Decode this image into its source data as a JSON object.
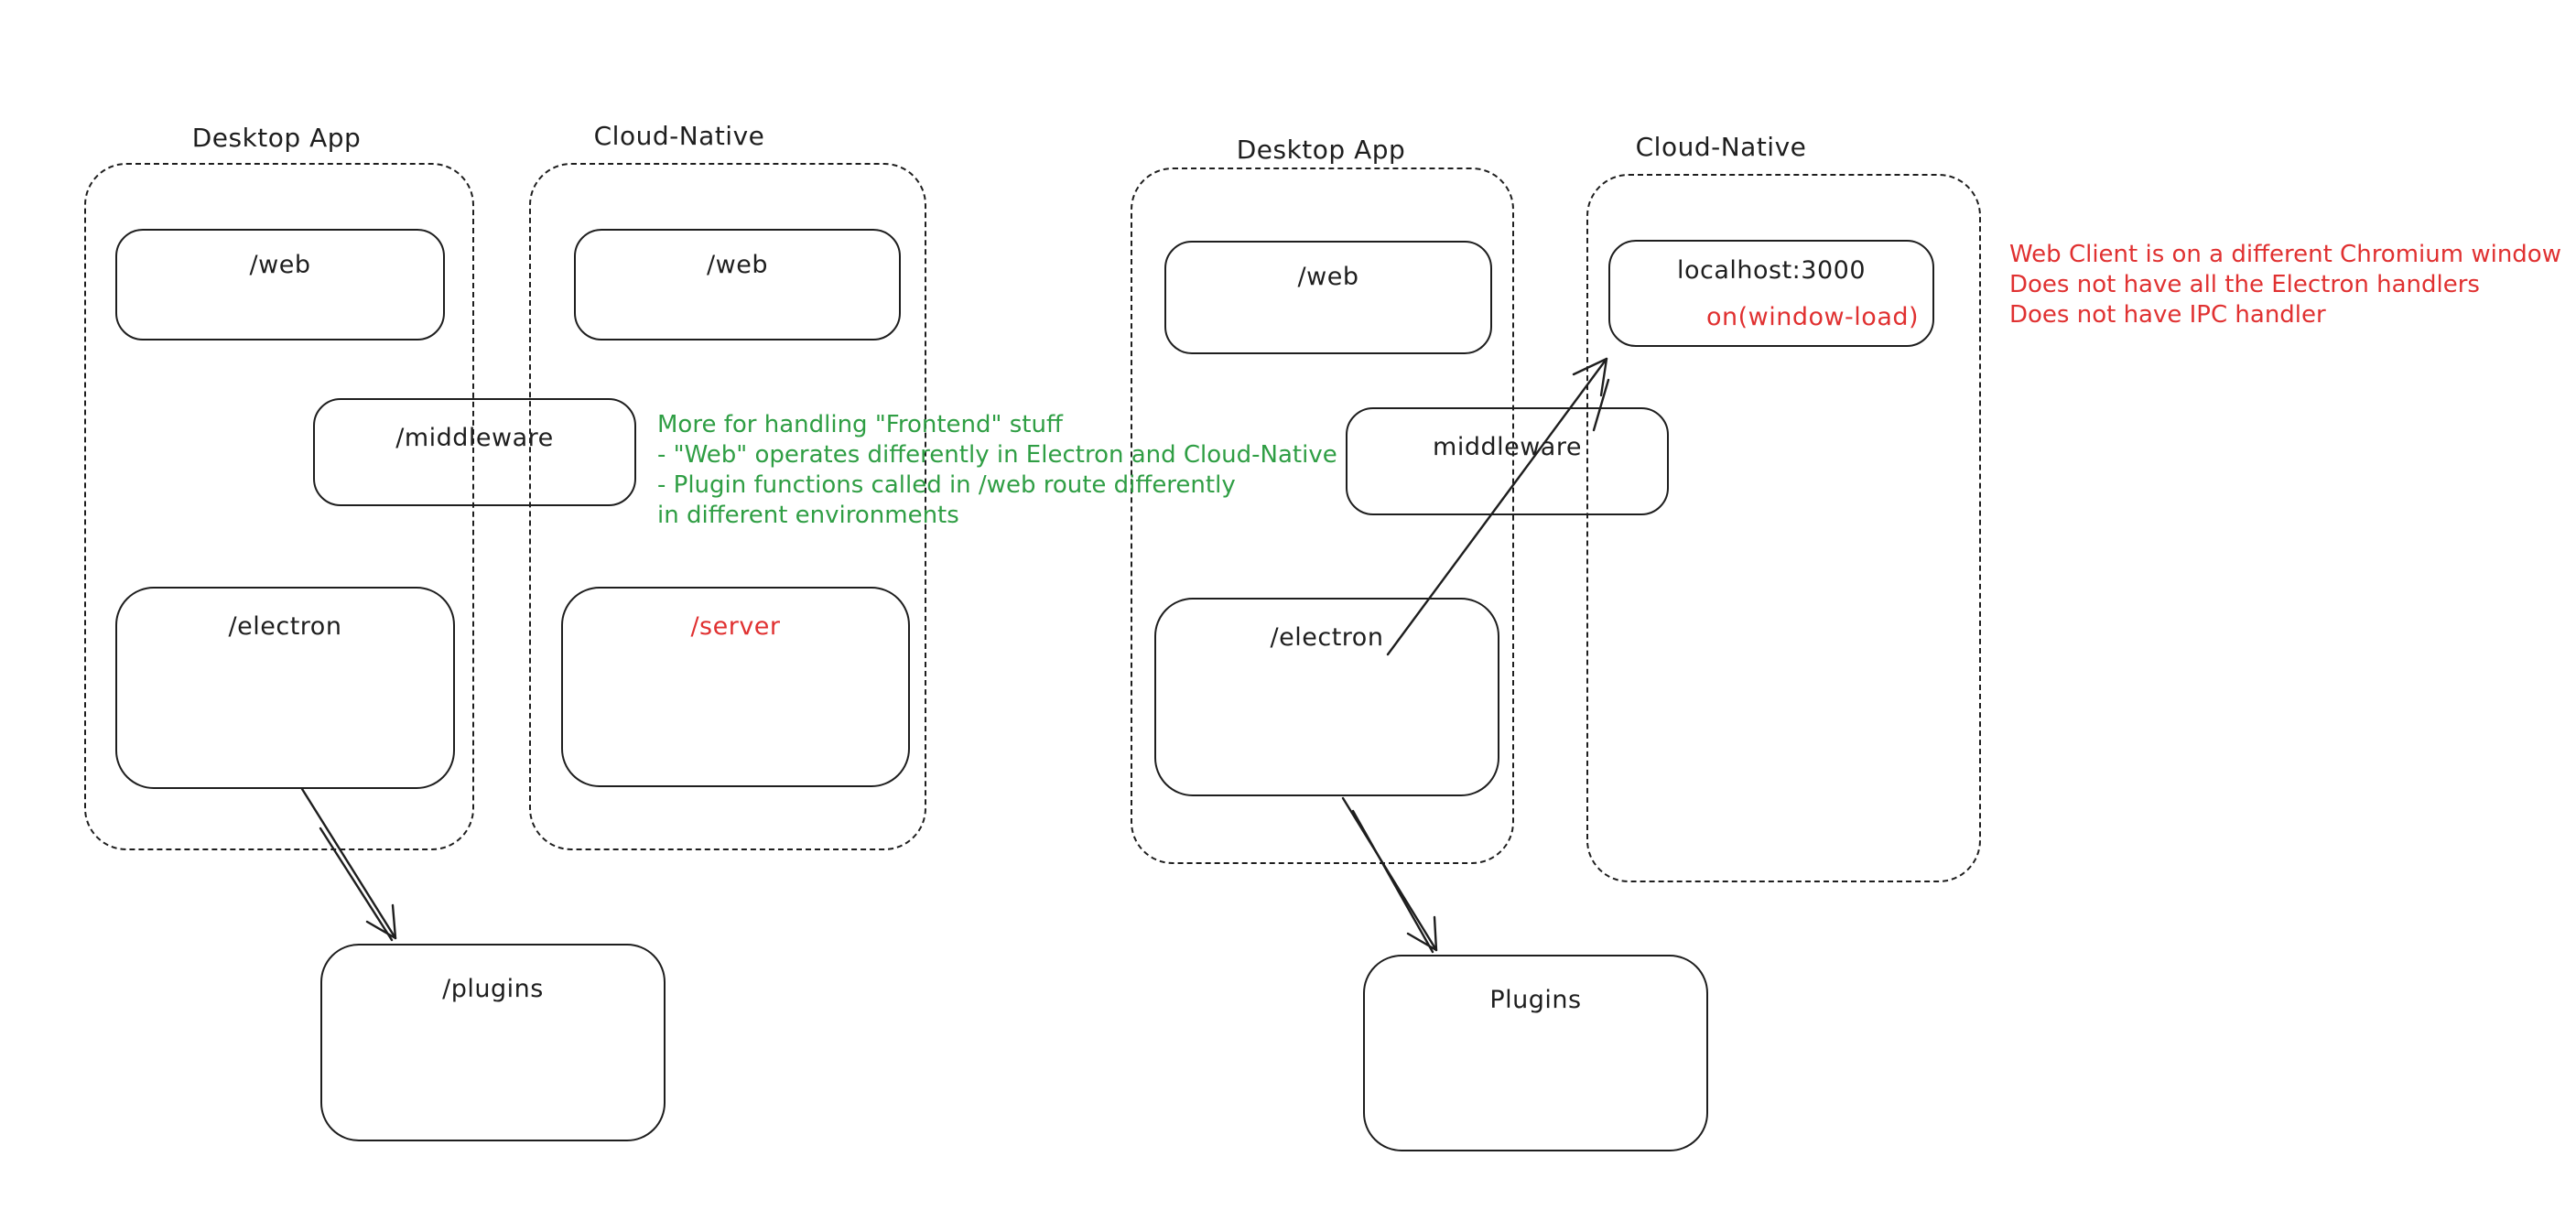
{
  "colors": {
    "ink": "#1e1e1e",
    "red": "#e03131",
    "green": "#2f9e44",
    "background": "#ffffff"
  },
  "left_diagram": {
    "desktop_title": "Desktop App",
    "cloud_title": "Cloud-Native",
    "web_desktop": "/web",
    "web_cloud": "/web",
    "middleware": "/middleware",
    "electron": "/electron",
    "server": "/server",
    "plugins": "/plugins"
  },
  "right_diagram": {
    "desktop_title": "Desktop App",
    "cloud_title": "Cloud-Native",
    "web": "/web",
    "localhost": "localhost:3000",
    "window_load": "on(window-load)",
    "middleware": "middleware",
    "electron": "/electron",
    "plugins": "Plugins"
  },
  "notes": {
    "green_lines": [
      "More for handling \"Frontend\" stuff",
      "- \"Web\" operates differently in Electron and Cloud-Native",
      "- Plugin functions called in /web route differently",
      "in different environments"
    ],
    "red_lines": [
      "Web Client is on a different Chromium window",
      "Does not have all the Electron handlers",
      "Does not have IPC handler"
    ]
  }
}
